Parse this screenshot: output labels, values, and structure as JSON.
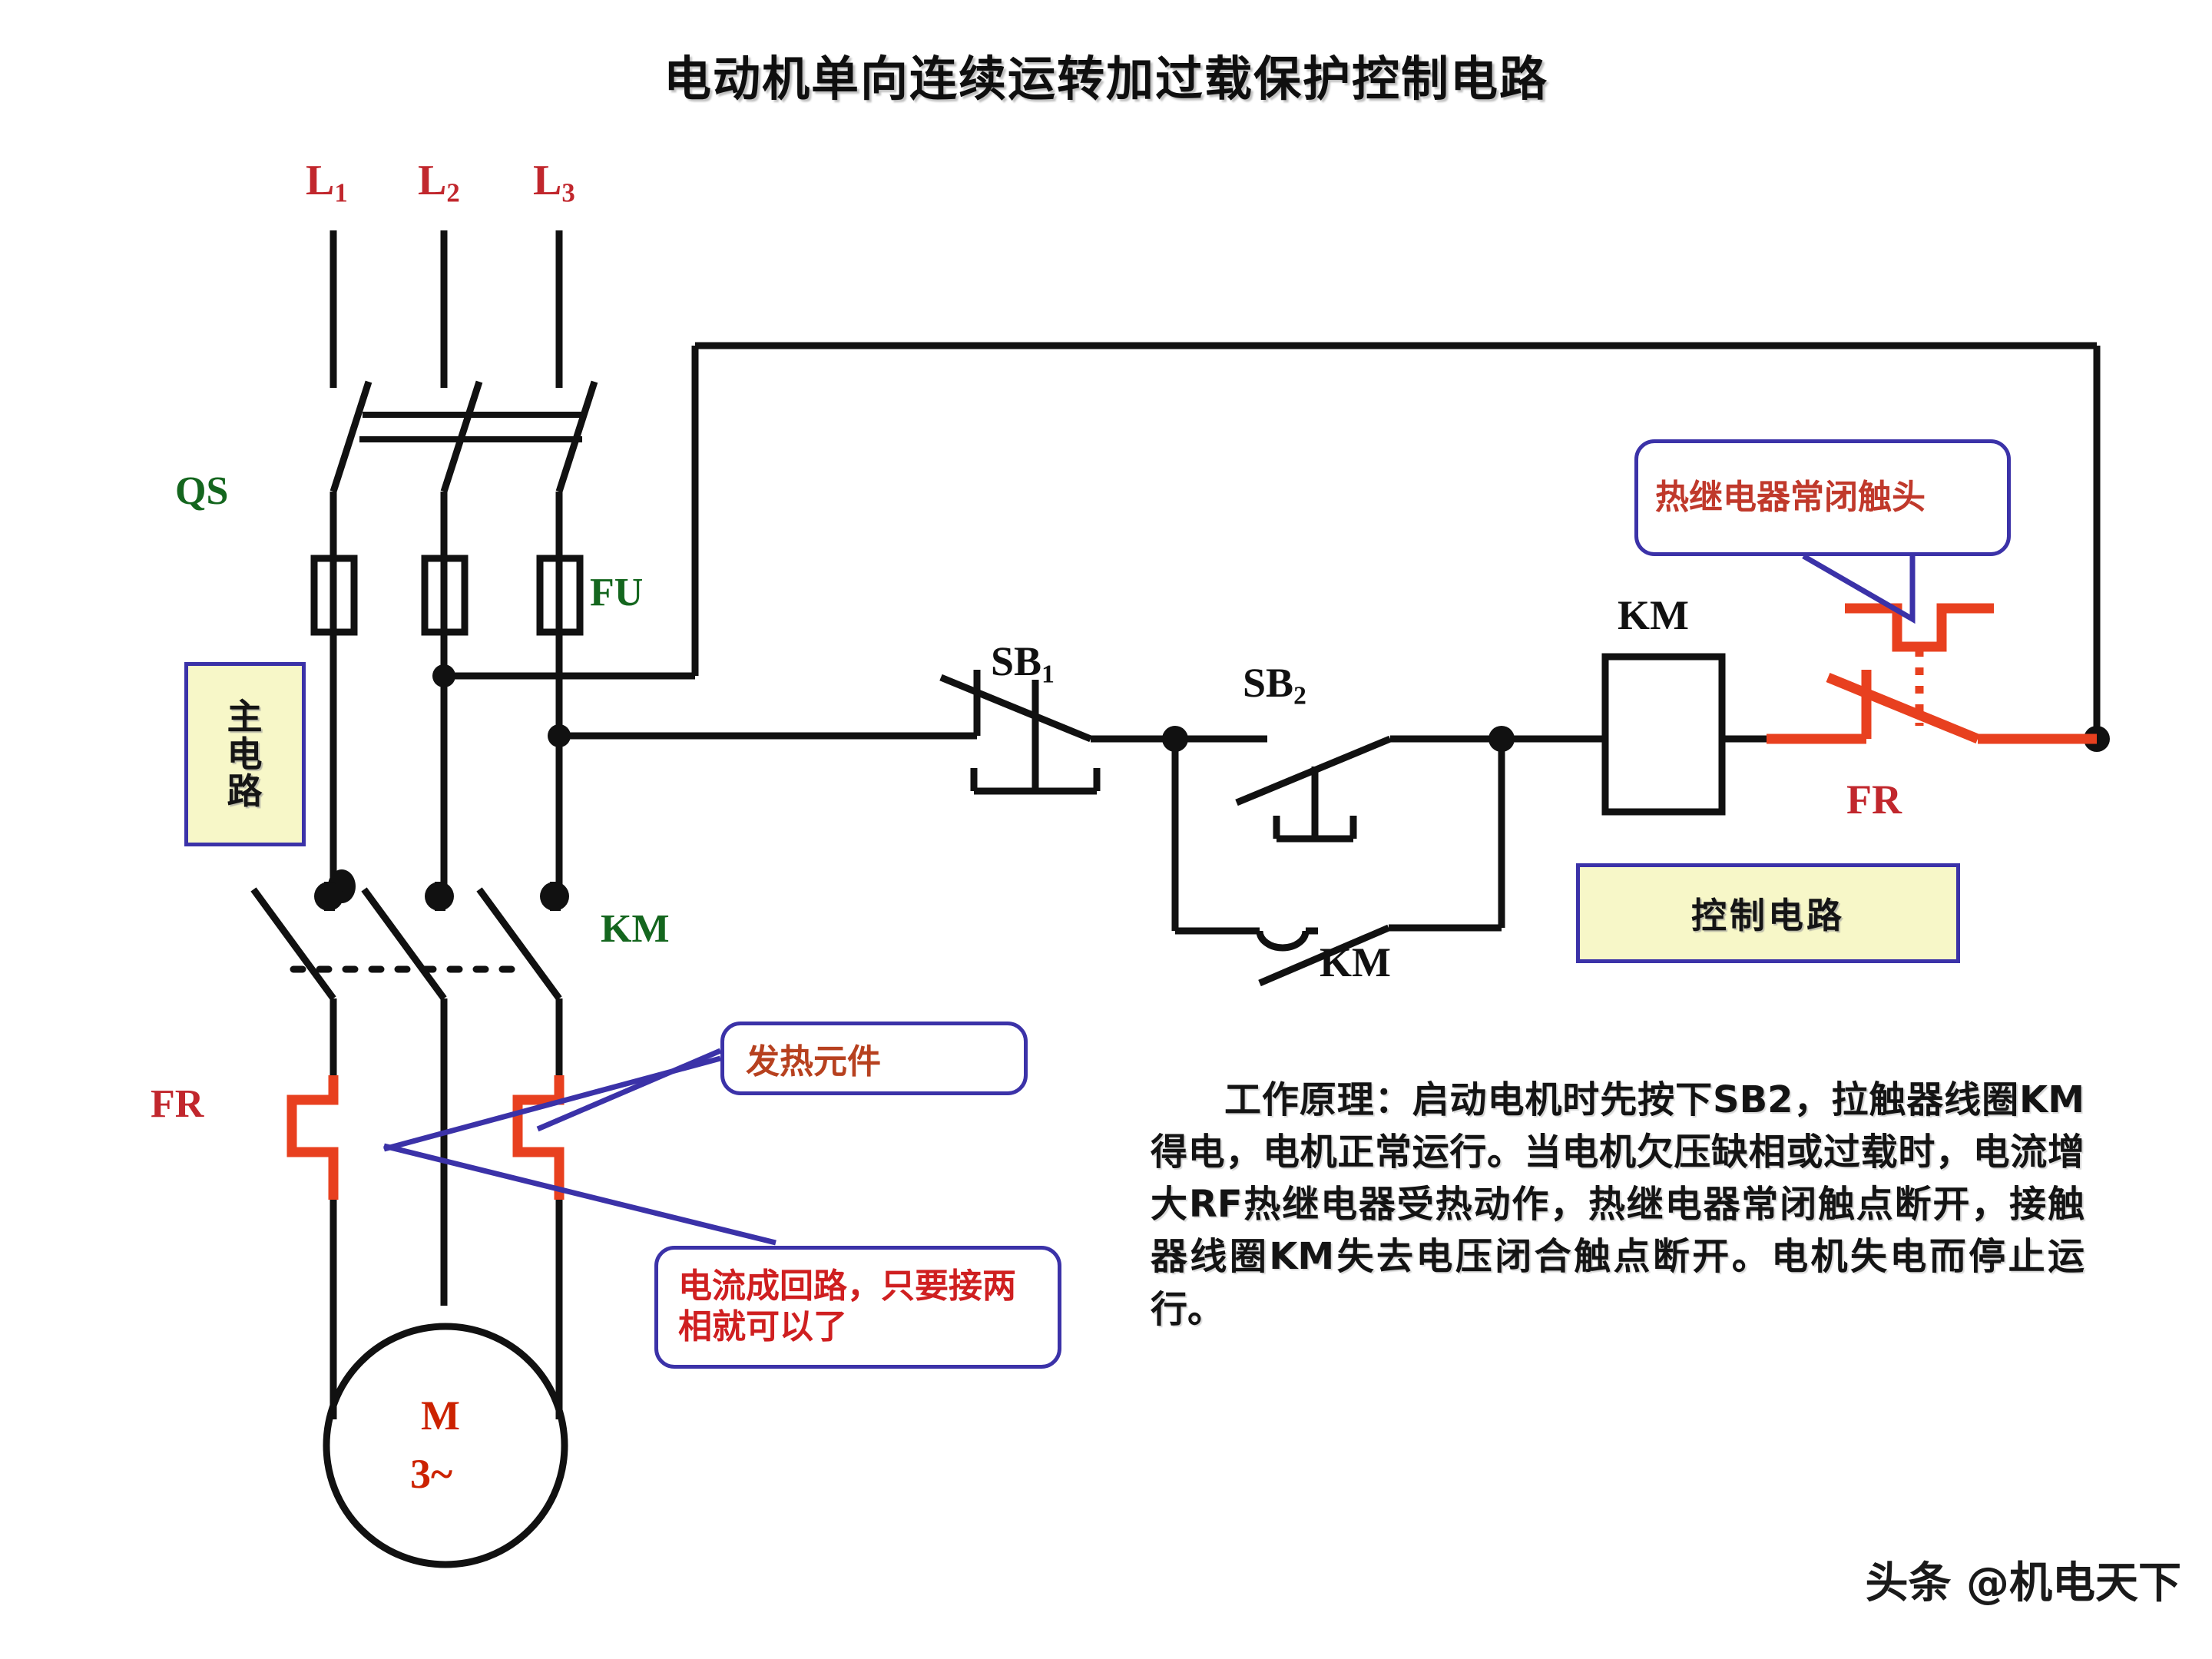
{
  "title": "电动机单向连续运转加过载保护控制电路",
  "phase_labels": [
    {
      "base": "L",
      "sub": "1"
    },
    {
      "base": "L",
      "sub": "2"
    },
    {
      "base": "L",
      "sub": "3"
    }
  ],
  "component_labels": {
    "qs": "QS",
    "fu": "FU",
    "km_main": "KM",
    "fr_main": "FR",
    "fr_control": "FR",
    "km_coil": "KM",
    "km_aux": "KM",
    "motor_line1": "M",
    "motor_line2": "3~",
    "sb1_base": "SB",
    "sb1_sub": "1",
    "sb2_base": "SB",
    "sb2_sub": "2"
  },
  "boxes": {
    "main_circuit": [
      "主",
      "电",
      "路"
    ],
    "control_circuit": "控制电路"
  },
  "callouts": {
    "thermal_relay_nc": "热继电器常闭触头",
    "heating_element": "发热元件",
    "current_loop": "电流成回路，只要接两相就可以了"
  },
  "principle": "工作原理：启动电机时先按下SB2，拉触器线圈KM得电，电机正常运行。当电机欠压缺相或过载时，电流增大RF热继电器受热动作，热继电器常闭触点断开，接触器线圈KM失去电压闭合触点断开。电机失电而停止运行。",
  "watermark": "头条 @机电天下",
  "colors": {
    "wire": "#111111",
    "thermal_red": "#e8401f",
    "label_red": "#c1272d",
    "label_green": "#14661e",
    "box_border": "#3b32a8",
    "box_fill": "#f7f7c8",
    "callout_text_red": "#c0392b"
  }
}
